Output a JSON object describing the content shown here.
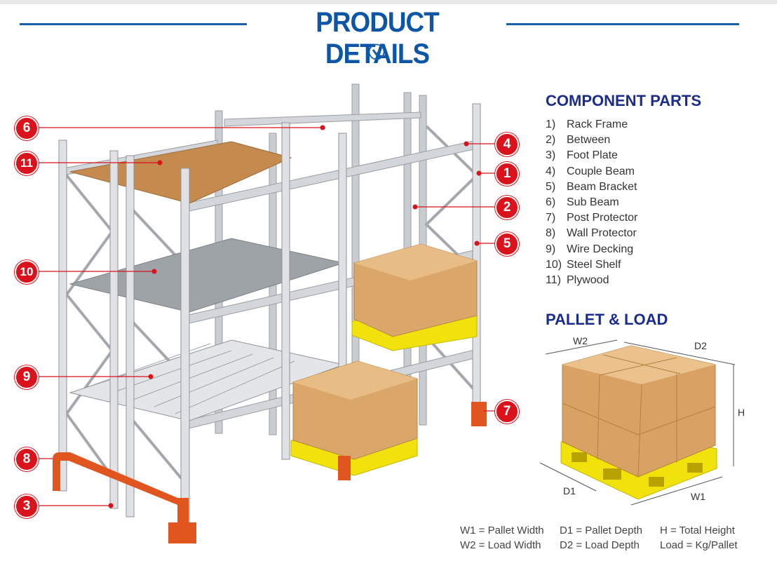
{
  "header": {
    "title": "PRODUCT DETAILS",
    "icon": "chevron-down-circle-icon",
    "accent": "#0d55a6"
  },
  "callouts": {
    "c6": "6",
    "c11": "11",
    "c10": "10",
    "c9": "9",
    "c8": "8",
    "c3": "3",
    "c4": "4",
    "c1": "1",
    "c2": "2",
    "c5": "5",
    "c7": "7",
    "color": "#d9121b"
  },
  "component_parts": {
    "title": "COMPONENT PARTS",
    "items": [
      {
        "num": "1)",
        "label": "Rack Frame"
      },
      {
        "num": "2)",
        "label": "Between"
      },
      {
        "num": "3)",
        "label": "Foot Plate"
      },
      {
        "num": "4)",
        "label": "Couple Beam"
      },
      {
        "num": "5)",
        "label": "Beam Bracket"
      },
      {
        "num": "6)",
        "label": "Sub Beam"
      },
      {
        "num": "7)",
        "label": "Post Protector"
      },
      {
        "num": "8)",
        "label": "Wall Protector"
      },
      {
        "num": "9)",
        "label": "Wire Decking"
      },
      {
        "num": "10)",
        "label": "Steel Shelf"
      },
      {
        "num": "11)",
        "label": "Plywood"
      }
    ]
  },
  "pallet_load": {
    "title": "PALLET & LOAD",
    "dims": {
      "w2": "W2",
      "d2": "D2",
      "h": "H",
      "d1": "D1",
      "w1": "W1"
    }
  },
  "legend": {
    "rows": [
      [
        "W1 = Pallet Width",
        "D1 = Pallet Depth",
        "H = Total Height"
      ],
      [
        "W2 = Load Width",
        "D2 = Load Depth",
        "Load = Kg/Pallet"
      ]
    ]
  }
}
